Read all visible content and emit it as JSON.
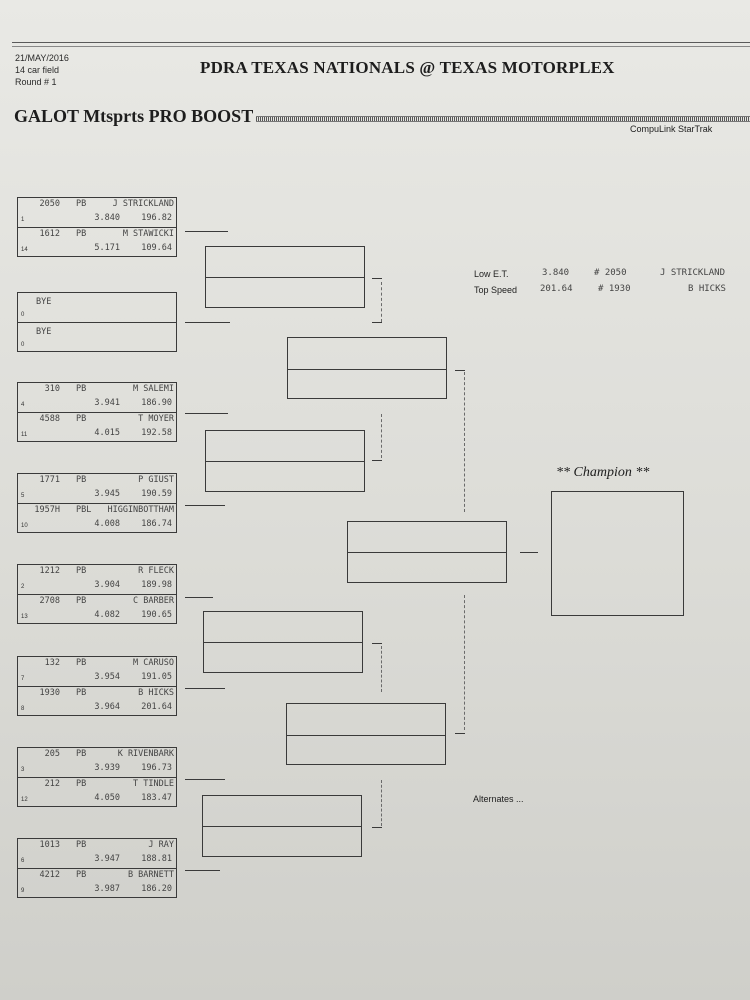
{
  "header": {
    "date": "21/MAY/2016",
    "field_size": "14 car field",
    "round": "Round # 1",
    "event_title": "PDRA TEXAS NATIONALS @ TEXAS MOTORPLEX",
    "class_title": "GALOT Mtsprts PRO BOOST",
    "system": "CompuLink StarTrak"
  },
  "matchups": [
    {
      "top": {
        "car": "2050",
        "cls": "PB",
        "driver": "J STRICKLAND",
        "seed": "1",
        "et": "3.840",
        "mph": "196.82"
      },
      "bottom": {
        "car": "1612",
        "cls": "PB",
        "driver": "M STAWICKI",
        "seed": "14",
        "et": "5.171",
        "mph": "109.64"
      }
    },
    {
      "top": {
        "car": "",
        "cls": "",
        "driver": "BYE",
        "seed": "0",
        "et": "",
        "mph": ""
      },
      "bottom": {
        "car": "",
        "cls": "",
        "driver": "BYE",
        "seed": "0",
        "et": "",
        "mph": ""
      }
    },
    {
      "top": {
        "car": "310",
        "cls": "PB",
        "driver": "M SALEMI",
        "seed": "4",
        "et": "3.941",
        "mph": "186.90"
      },
      "bottom": {
        "car": "4588",
        "cls": "PB",
        "driver": "T MOYER",
        "seed": "11",
        "et": "4.015",
        "mph": "192.58"
      }
    },
    {
      "top": {
        "car": "1771",
        "cls": "PB",
        "driver": "P GIUST",
        "seed": "5",
        "et": "3.945",
        "mph": "190.59"
      },
      "bottom": {
        "car": "1957H",
        "cls": "PBL",
        "driver": "HIGGINBOTTHAM",
        "seed": "10",
        "et": "4.008",
        "mph": "186.74"
      }
    },
    {
      "top": {
        "car": "1212",
        "cls": "PB",
        "driver": "R FLECK",
        "seed": "2",
        "et": "3.904",
        "mph": "189.98"
      },
      "bottom": {
        "car": "2708",
        "cls": "PB",
        "driver": "C BARBER",
        "seed": "13",
        "et": "4.082",
        "mph": "190.65"
      }
    },
    {
      "top": {
        "car": "132",
        "cls": "PB",
        "driver": "M CARUSO",
        "seed": "7",
        "et": "3.954",
        "mph": "191.05"
      },
      "bottom": {
        "car": "1930",
        "cls": "PB",
        "driver": "B HICKS",
        "seed": "8",
        "et": "3.964",
        "mph": "201.64"
      }
    },
    {
      "top": {
        "car": "205",
        "cls": "PB",
        "driver": "K RIVENBARK",
        "seed": "3",
        "et": "3.939",
        "mph": "196.73"
      },
      "bottom": {
        "car": "212",
        "cls": "PB",
        "driver": "T TINDLE",
        "seed": "12",
        "et": "4.050",
        "mph": "183.47"
      }
    },
    {
      "top": {
        "car": "1013",
        "cls": "PB",
        "driver": "J RAY",
        "seed": "6",
        "et": "3.947",
        "mph": "188.81"
      },
      "bottom": {
        "car": "4212",
        "cls": "PB",
        "driver": "B BARNETT",
        "seed": "9",
        "et": "3.987",
        "mph": "186.20"
      }
    }
  ],
  "stats": {
    "low_et": {
      "label": "Low  E.T.",
      "value": "3.840",
      "car": "# 2050",
      "driver": "J STRICKLAND"
    },
    "top_speed": {
      "label": "Top Speed",
      "value": "201.64",
      "car": "# 1930",
      "driver": "B HICKS"
    }
  },
  "champion_label": "** Champion **",
  "alternates_label": "Alternates ..."
}
